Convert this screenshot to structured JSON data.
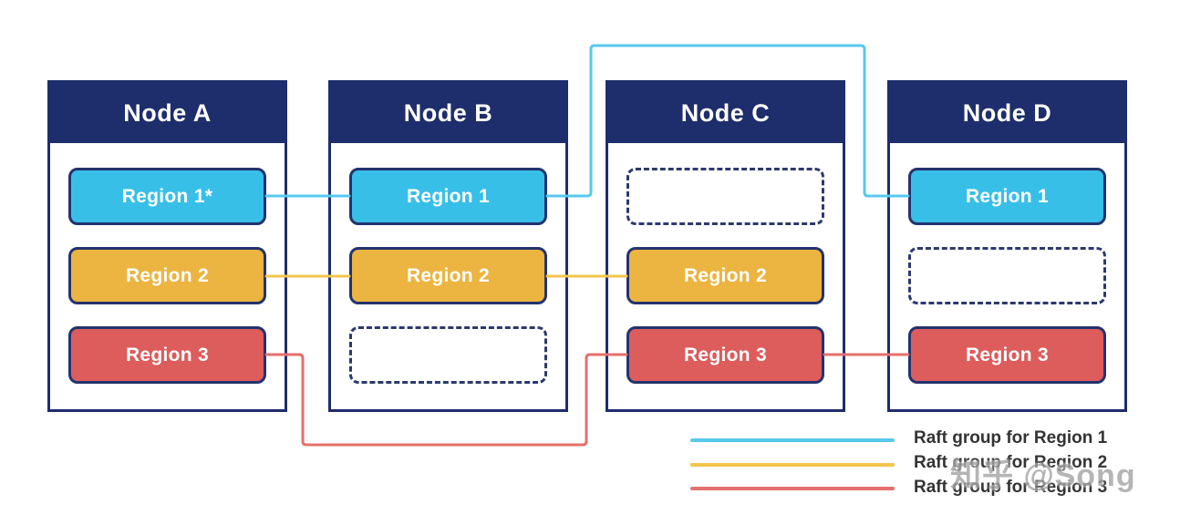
{
  "colors": {
    "navy": "#1e2d6b",
    "region1_fill": "#38bfe8",
    "region2_fill": "#ecb440",
    "region3_fill": "#dd5c5c",
    "raft1_line": "#56c9ec",
    "raft2_line": "#f2c54b",
    "raft3_line": "#e4706d",
    "legend_text": "#333333"
  },
  "nodes": [
    {
      "title": "Node A",
      "slots": [
        {
          "kind": "region",
          "label": "Region 1*"
        },
        {
          "kind": "region",
          "label": "Region 2"
        },
        {
          "kind": "region",
          "label": "Region 3"
        }
      ]
    },
    {
      "title": "Node B",
      "slots": [
        {
          "kind": "region",
          "label": "Region 1"
        },
        {
          "kind": "region",
          "label": "Region 2"
        },
        {
          "kind": "empty"
        }
      ]
    },
    {
      "title": "Node C",
      "slots": [
        {
          "kind": "empty"
        },
        {
          "kind": "region",
          "label": "Region 2"
        },
        {
          "kind": "region",
          "label": "Region 3"
        }
      ]
    },
    {
      "title": "Node D",
      "slots": [
        {
          "kind": "region",
          "label": "Region 1"
        },
        {
          "kind": "empty"
        },
        {
          "kind": "region",
          "label": "Region 3"
        }
      ]
    }
  ],
  "raft_groups": [
    {
      "region": "Region 1",
      "members": [
        "Node A",
        "Node B",
        "Node D"
      ]
    },
    {
      "region": "Region 2",
      "members": [
        "Node A",
        "Node B",
        "Node C"
      ]
    },
    {
      "region": "Region 3",
      "members": [
        "Node A",
        "Node C",
        "Node D"
      ]
    }
  ],
  "legend": {
    "items": [
      {
        "label": "Raft group for Region 1"
      },
      {
        "label": "Raft group for Region 2"
      },
      {
        "label": "Raft group for Region 3"
      }
    ]
  },
  "watermark": "知乎 @Song"
}
